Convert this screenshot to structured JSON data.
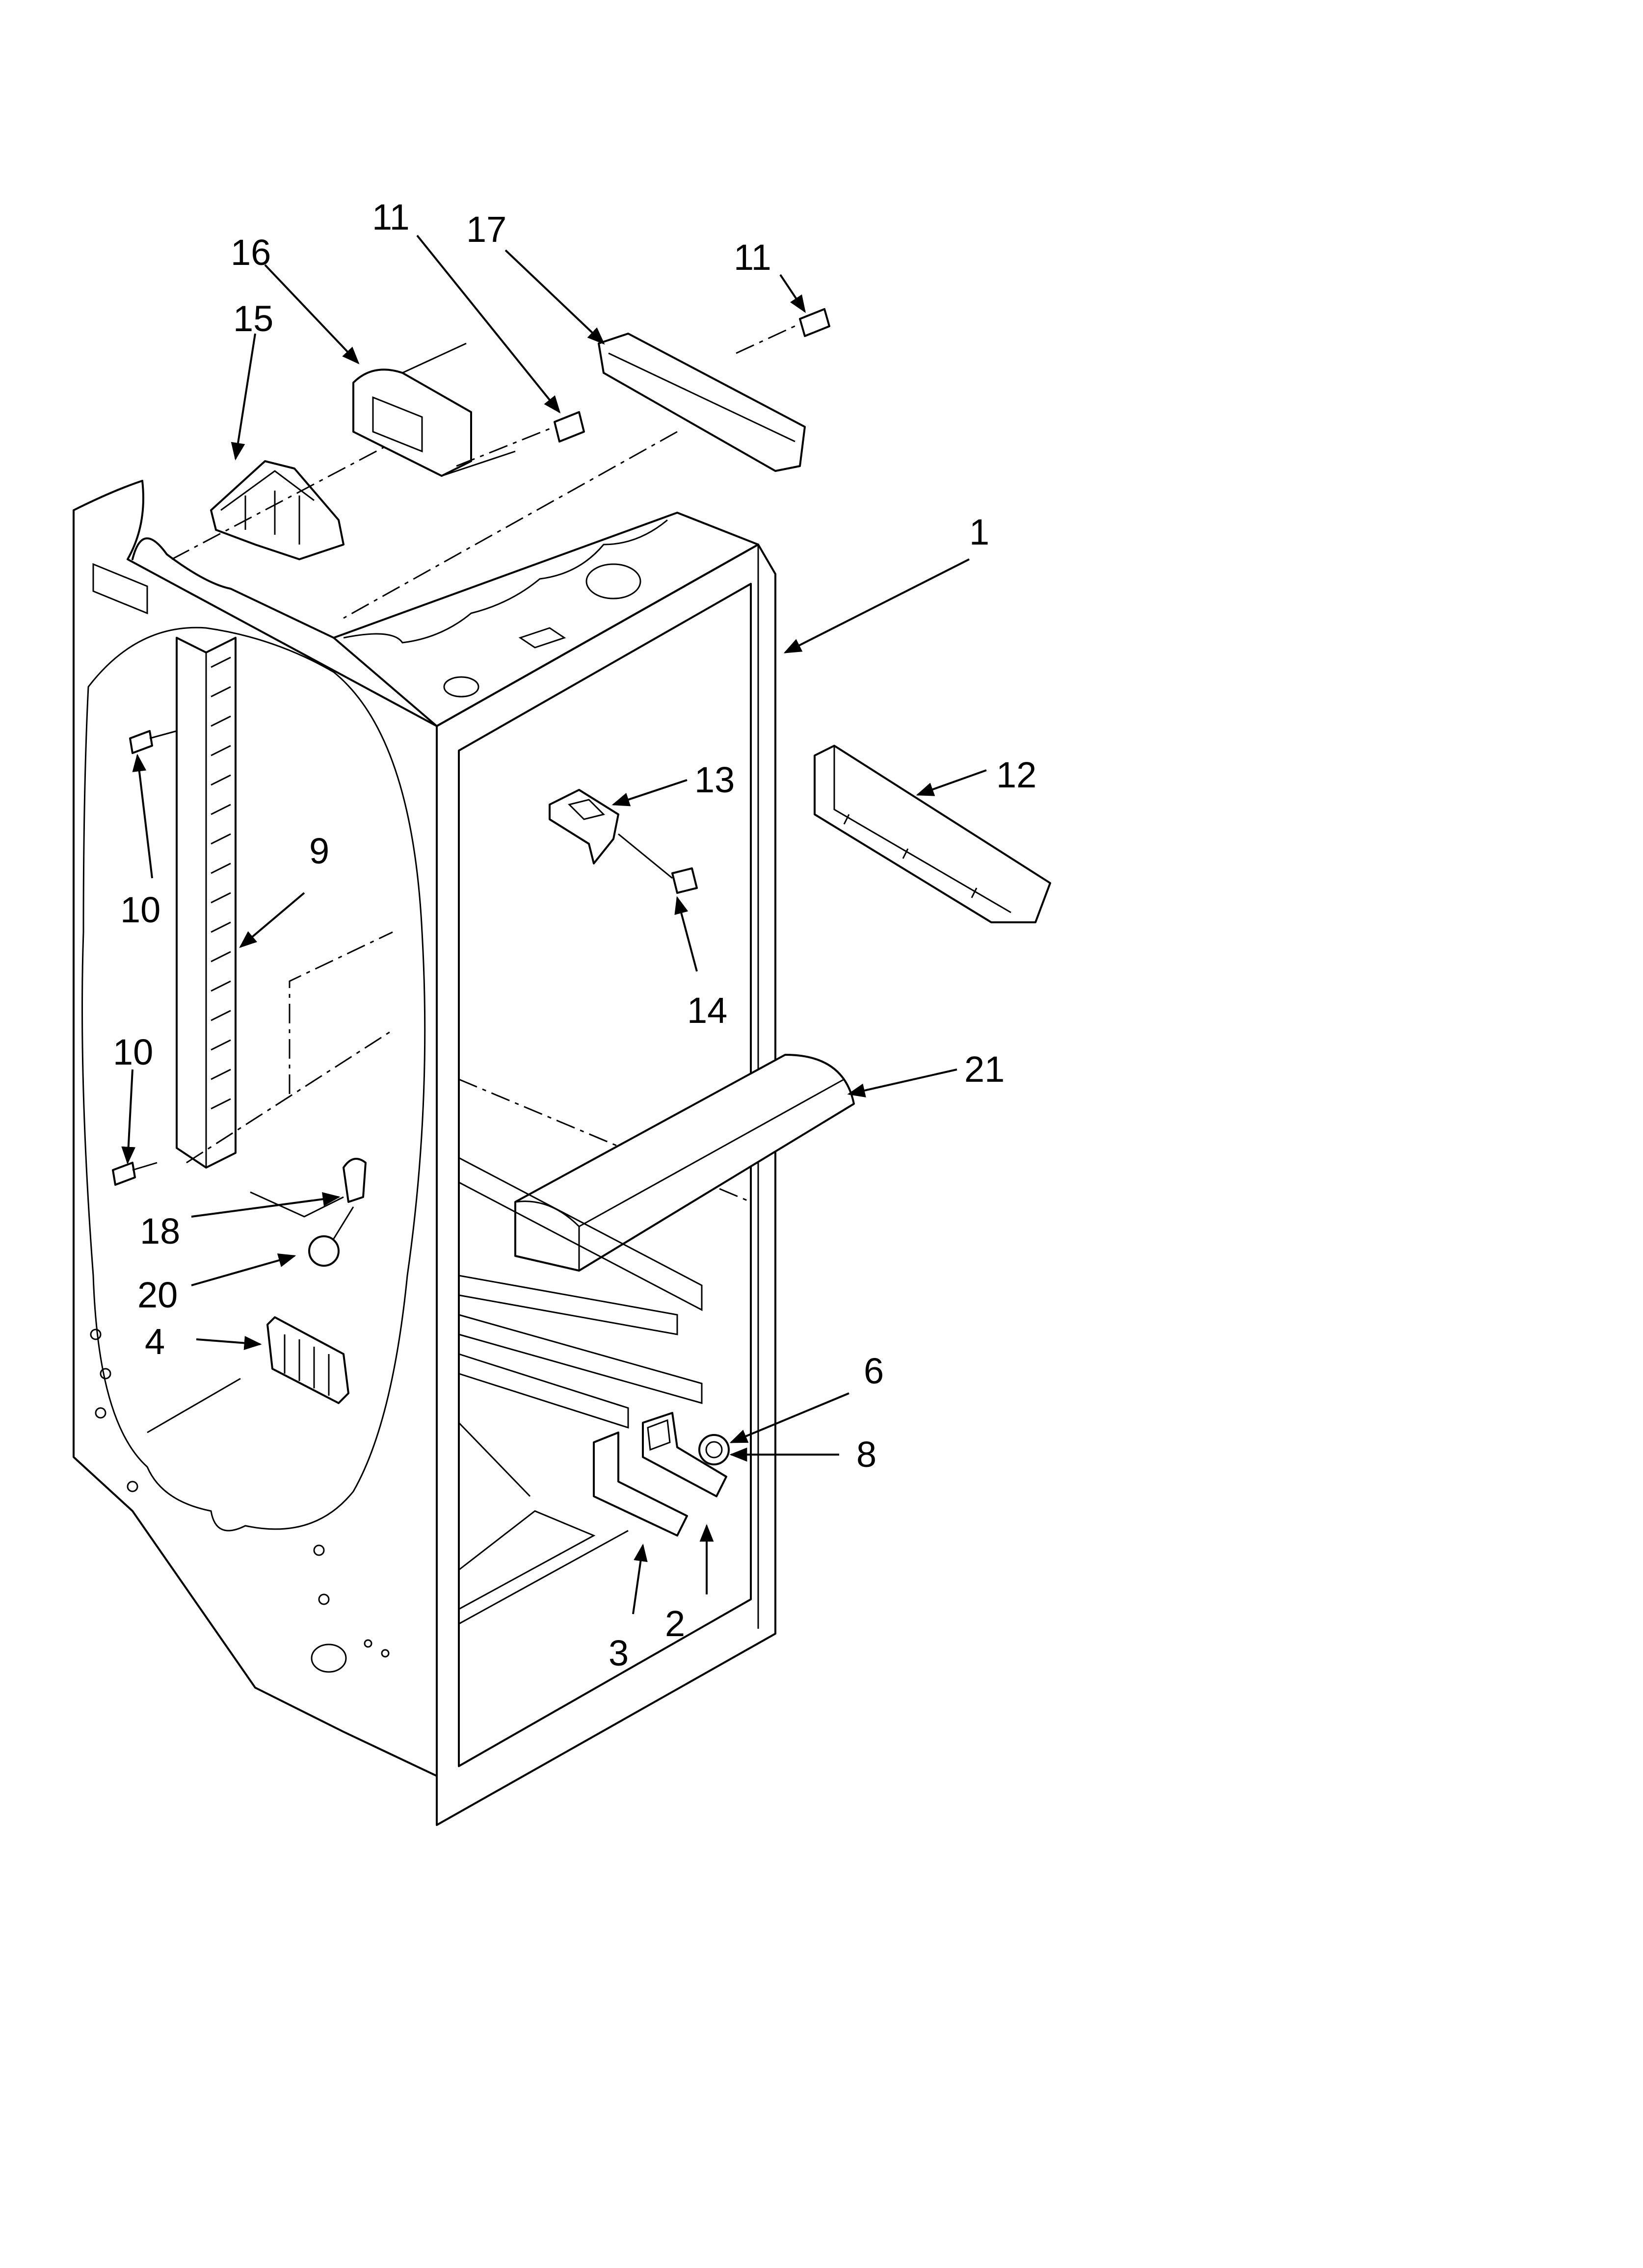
{
  "callouts": {
    "c1": "1",
    "c2": "2",
    "c3": "3",
    "c4": "4",
    "c6": "6",
    "c8": "8",
    "c9": "9",
    "c10a": "10",
    "c10b": "10",
    "c11a": "11",
    "c11b": "11",
    "c12": "12",
    "c13": "13",
    "c14": "14",
    "c15": "15",
    "c16": "16",
    "c17": "17",
    "c18": "18",
    "c20": "20",
    "c21": "21"
  }
}
